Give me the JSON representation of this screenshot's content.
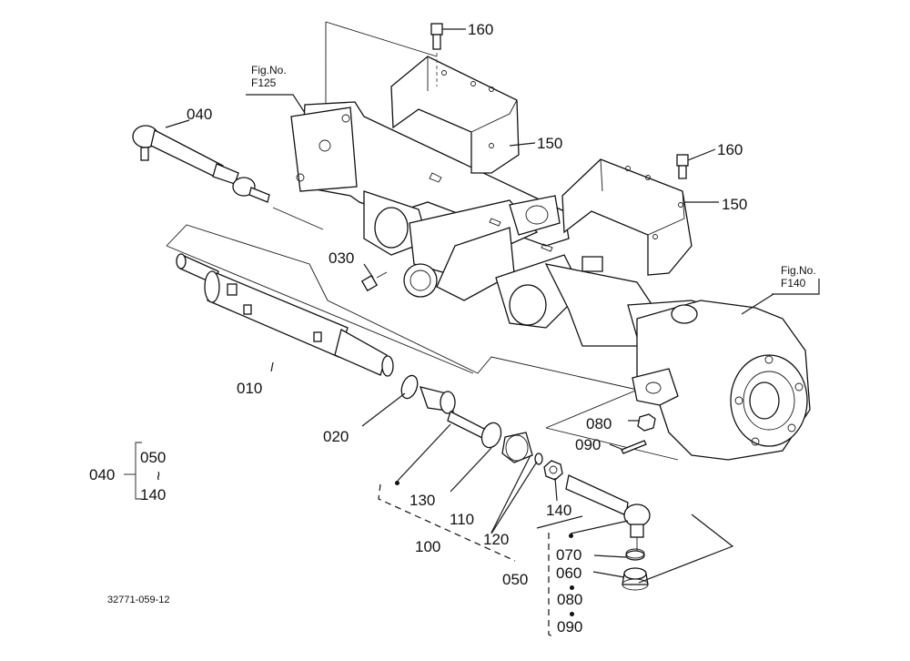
{
  "diagram": {
    "drawing_code": "32771-059-12",
    "figure_refs": [
      {
        "line1": "Fig.No.",
        "line2": "F125"
      },
      {
        "line1": "Fig.No.",
        "line2": "F140"
      }
    ],
    "callouts": {
      "c160a": "160",
      "c160b": "160",
      "c150a": "150",
      "c150b": "150",
      "c040": "040",
      "c030": "030",
      "c010": "010",
      "c020": "020",
      "c130": "130",
      "c110": "110",
      "c120": "120",
      "c100": "100",
      "c140": "140",
      "c080": "080",
      "c090": "090",
      "c050": "050",
      "c070": "070",
      "c060": "060",
      "c080b": "080",
      "c090b": "090"
    },
    "legend_040": {
      "parent": "040",
      "from": "050",
      "range_mark": "~",
      "to": "140"
    }
  }
}
